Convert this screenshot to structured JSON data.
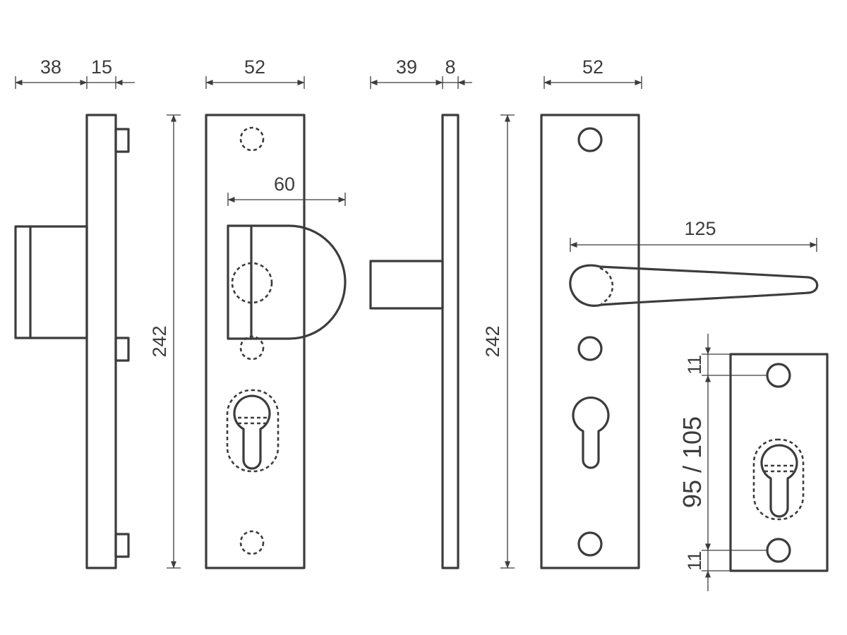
{
  "colors": {
    "ink": "#3c3c3e",
    "background": "#ffffff"
  },
  "dimensions": {
    "side_view_1_depth": "38",
    "side_view_1_plate": "15",
    "front_view_1_width": "52",
    "front_view_1_handle_projection": "60",
    "height_1": "242",
    "side_view_2_depth": "39",
    "side_view_2_plate": "8",
    "front_view_2_width": "52",
    "lever_length": "125",
    "height_2": "242",
    "detail_top_offset": "11",
    "detail_spacing": "95 / 105",
    "detail_bottom_offset": "11"
  }
}
